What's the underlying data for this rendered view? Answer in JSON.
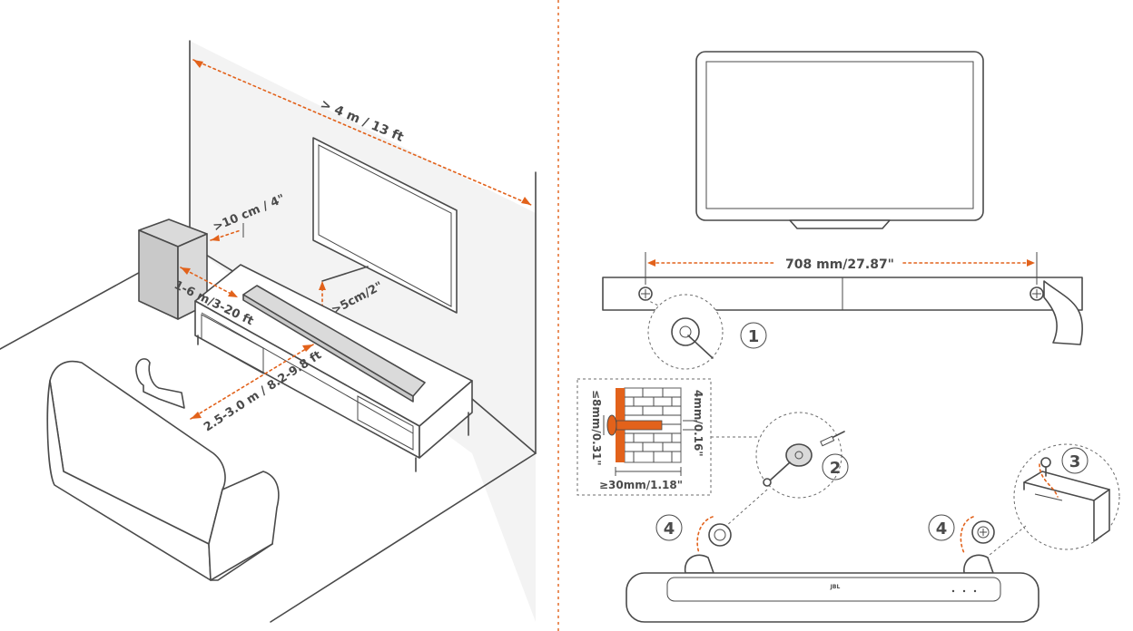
{
  "colors": {
    "accent": "#e2621b",
    "line": "#4a4a4a",
    "wall": "#eeeeee",
    "brick_mortar": "#777777"
  },
  "placement": {
    "room_width": "> 4 m / 13 ft",
    "sub_wall_gap": ">10 cm / 4\"",
    "sub_bar_distance": "1-6 m/3-20 ft",
    "tv_bar_gap": ">5cm/2\"",
    "listening_distance": "2.5-3.0 m / 8.2-9.8 ft"
  },
  "wall_mount": {
    "bracket_spacing": "708 mm/27.87\"",
    "steps": [
      "1",
      "2",
      "3",
      "4",
      "4"
    ],
    "screw_head_max": "≤8mm/0.31\"",
    "screw_diameter": "4mm/0.16\"",
    "screw_length_min": "≥30mm/1.18\"",
    "soundbar_logo": "JBL"
  }
}
